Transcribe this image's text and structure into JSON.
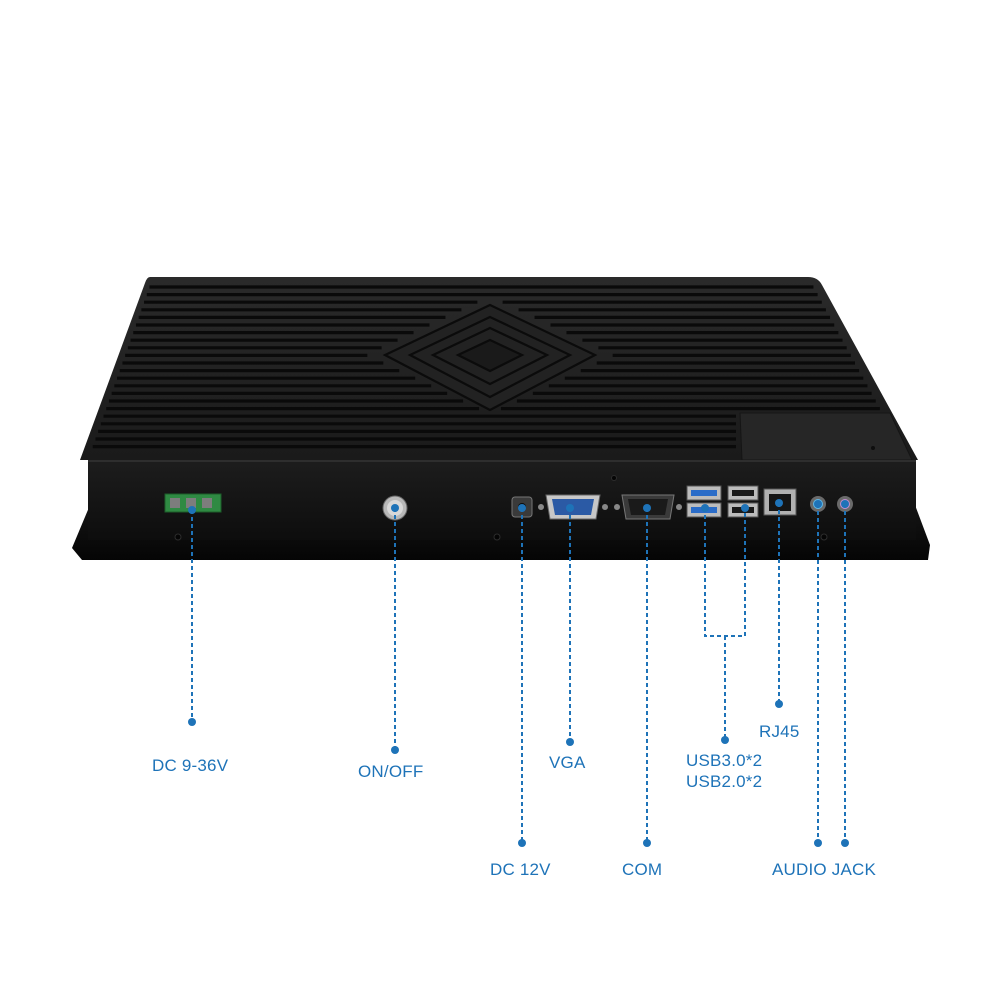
{
  "colors": {
    "accent": "#1e73b8",
    "device_body": "#1c1c1c",
    "device_front": "#111111",
    "background": "#ffffff"
  },
  "labels": {
    "dc_9_36v": "DC 9-36V",
    "on_off": "ON/OFF",
    "vga": "VGA",
    "dc_12v": "DC 12V",
    "com": "COM",
    "usb3": "USB3.0*2",
    "usb2": "USB2.0*2",
    "rj45": "RJ45",
    "audio_jack": "AUDIO JACK"
  }
}
